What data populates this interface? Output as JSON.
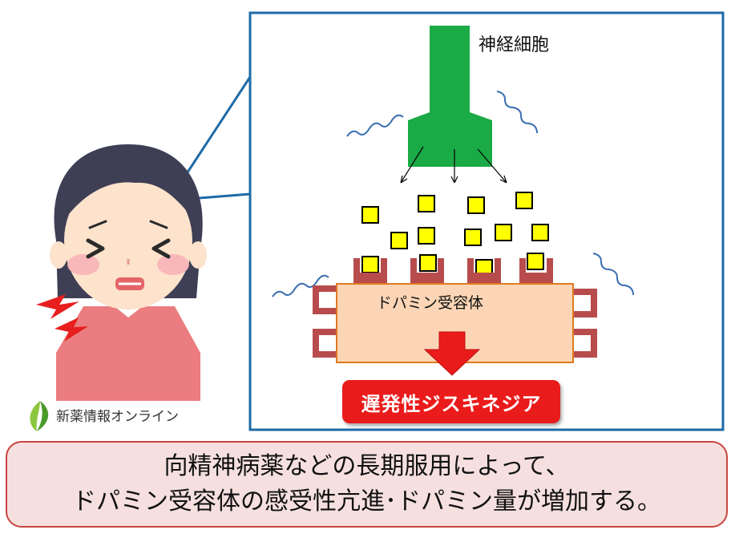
{
  "labels": {
    "neuron": "神経細胞",
    "receptor": "ドパミン受容体",
    "effect": "遅発性ジスキネジア"
  },
  "brand": {
    "name": "新薬情報オンライン"
  },
  "caption": {
    "line1": "向精神病薬などの長期服用によって、",
    "line2": "ドパミン受容体の感受性亢進･ドパミン量が増加する。"
  },
  "colors": {
    "frame": "#1e6aa6",
    "neuron": "#1aaa46",
    "dopamine": "#ffff00",
    "receptor": "#b84c4c",
    "membrane": "#fbd5b5",
    "arrow": "#ea1b1b",
    "caption_bg": "#f5e0df"
  },
  "icons": [
    "sad-woman-illustration",
    "pain-lightning-icon",
    "wavy-line-icon",
    "leaf-logo-icon"
  ]
}
